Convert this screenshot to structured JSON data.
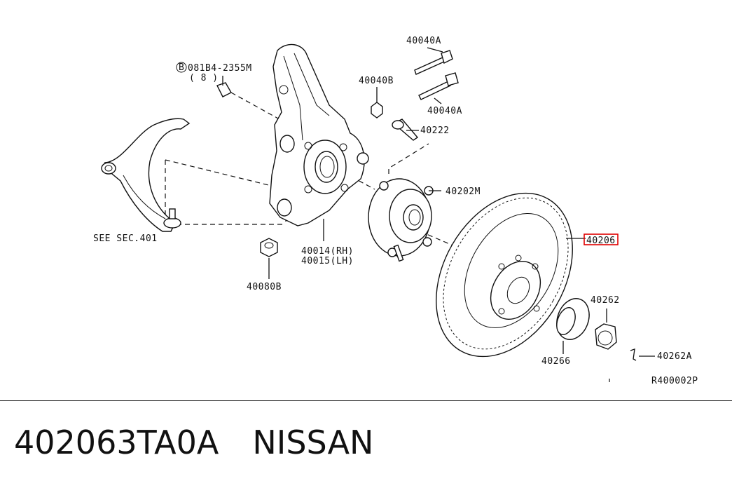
{
  "labels": {
    "bolt_spec": "081B4-2355M",
    "bolt_qty": "( 8 )",
    "bolt_circle_letter": "B",
    "see_sec": "SEE SEC.401",
    "p40040A_top": "40040A",
    "p40040B": "40040B",
    "p40040A_bottom": "40040A",
    "p40222": "40222",
    "p40202M": "40202M",
    "p40206": "40206",
    "p40014": "40014(RH)",
    "p40015": "40015(LH)",
    "p40080B": "40080B",
    "p40262": "40262",
    "p40266": "40266",
    "p40262A": "40262A",
    "ref_code": "R400002P"
  },
  "highlight_color": "#e00000",
  "footer": {
    "part_number": "402063TA0A",
    "brand": "NISSAN"
  }
}
